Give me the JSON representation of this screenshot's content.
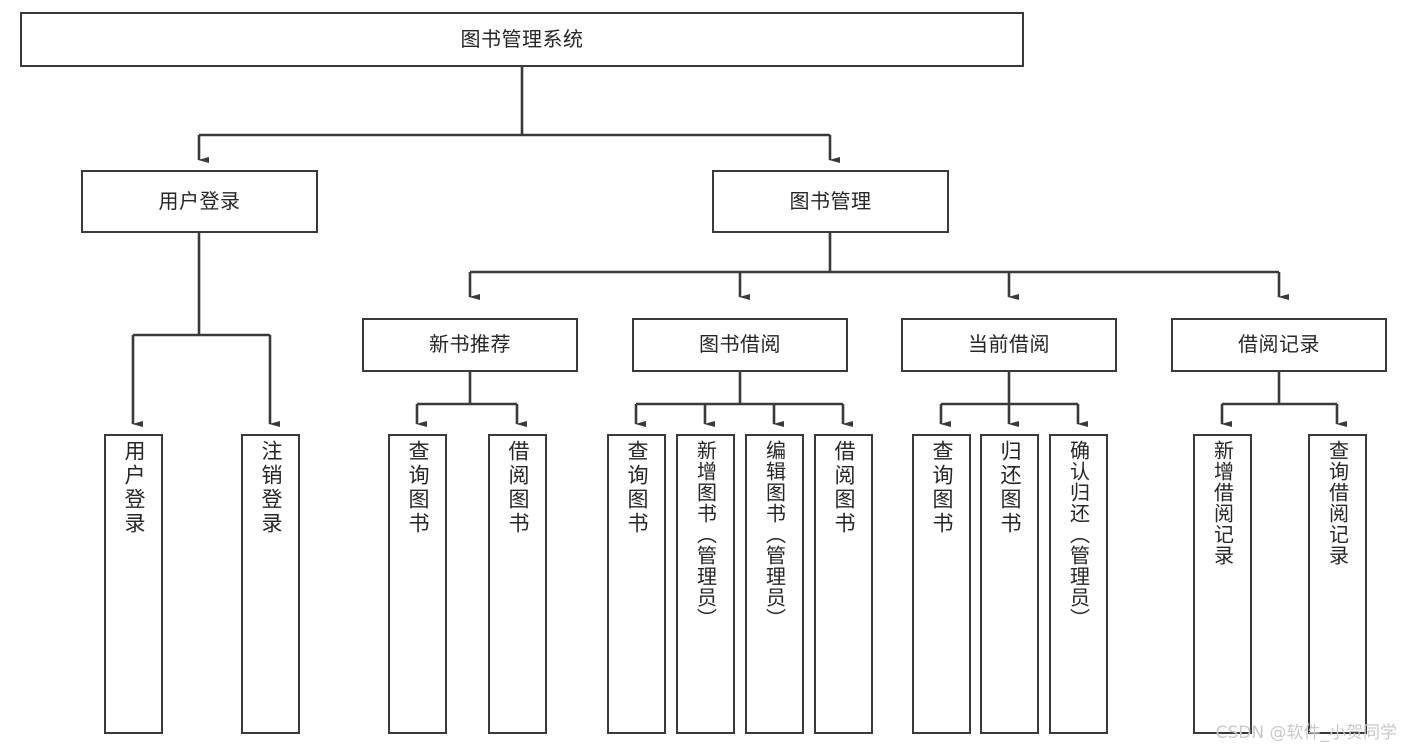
{
  "diagram": {
    "type": "tree-hierarchy-chart",
    "title": "图书管理系统",
    "stroke_color": "#3a3a3a",
    "text_color": "#262626",
    "background_color": "#ffffff",
    "watermark": "CSDN @软件_小贺同学",
    "levels": {
      "level1": {
        "label": "图书管理系统"
      },
      "level2": [
        {
          "id": "user-login",
          "label": "用户登录"
        },
        {
          "id": "book-management",
          "label": "图书管理"
        }
      ],
      "level3": [
        {
          "id": "new-book-recommend",
          "label": "新书推荐",
          "parent": "book-management"
        },
        {
          "id": "book-borrow",
          "label": "图书借阅",
          "parent": "book-management"
        },
        {
          "id": "current-borrow",
          "label": "当前借阅",
          "parent": "book-management"
        },
        {
          "id": "borrow-record",
          "label": "借阅记录",
          "parent": "book-management"
        }
      ],
      "leaves": [
        {
          "id": "leaf-user-login",
          "label": "用户登录",
          "parent": "user-login"
        },
        {
          "id": "leaf-logout-login",
          "label": "注销登录",
          "parent": "user-login"
        },
        {
          "id": "leaf-query-book-1",
          "label": "查询图书",
          "parent": "new-book-recommend"
        },
        {
          "id": "leaf-borrow-book-1",
          "label": "借阅图书",
          "parent": "new-book-recommend"
        },
        {
          "id": "leaf-query-book-2",
          "label": "查询图书",
          "parent": "book-borrow"
        },
        {
          "id": "leaf-add-book-admin",
          "label": "新增图书（管理员）",
          "parent": "book-borrow"
        },
        {
          "id": "leaf-edit-book-admin",
          "label": "编辑图书（管理员）",
          "parent": "book-borrow"
        },
        {
          "id": "leaf-borrow-book-2",
          "label": "借阅图书",
          "parent": "book-borrow"
        },
        {
          "id": "leaf-query-book-3",
          "label": "查询图书",
          "parent": "current-borrow"
        },
        {
          "id": "leaf-return-book",
          "label": "归还图书",
          "parent": "current-borrow"
        },
        {
          "id": "leaf-confirm-return-admin",
          "label": "确认归还（管理员）",
          "parent": "current-borrow"
        },
        {
          "id": "leaf-add-borrow-record",
          "label": "新增借阅记录",
          "parent": "borrow-record"
        },
        {
          "id": "leaf-query-borrow-record",
          "label": "查询借阅记录",
          "parent": "borrow-record"
        }
      ]
    }
  }
}
